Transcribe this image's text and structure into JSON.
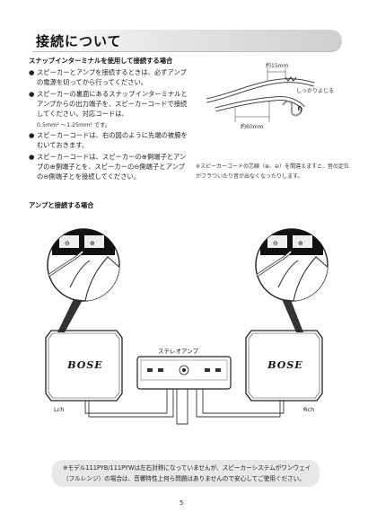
{
  "section_title": "接続について",
  "snap_heading": "スナップインターミナルを使用して接続する場合",
  "bullets": [
    "スピーカーとアンプを接続するときは、必ずアンプの電源を切ってから行ってください。",
    "スピーカーの裏面にあるスナップインターミナルとアンプからの出力端子を、スピーカーコードで接続してください。対応コードは、",
    "スピーカーコードは、右の図のように先端の被膜をむいておきます。",
    "スピーカーコードは、スピーカーの⊕側端子とアンプの⊕側端子とを、スピーカーの⊖側端子とアンプの⊖側端子とを接続してください。"
  ],
  "cord_range": "0.5mm² 〜1.25mm² です。",
  "wire_labels": {
    "strip_short": "約15mm",
    "twist": "しっかりよじる",
    "strip_long": "約60mm"
  },
  "wire_note": "※スピーカーコードの芯線（⊕、⊖）を間違えますと、音の定位がフラついたり音が出なくなったりします。",
  "amp_heading": "アンプと接続する場合",
  "amp_label": "ステレオアンプ",
  "brand": "BOSE",
  "lch_label": "Lch",
  "rch_label": "Rch",
  "bottom_note": [
    "※モデル111PYB/111PYWは左右対称になっていませんが、スピーカーシステムがワンウェイ",
    "（フルレンジ）の場合は、音響特性上何ら問題はありませんので安心してご使用ください。"
  ],
  "page_number": "5"
}
